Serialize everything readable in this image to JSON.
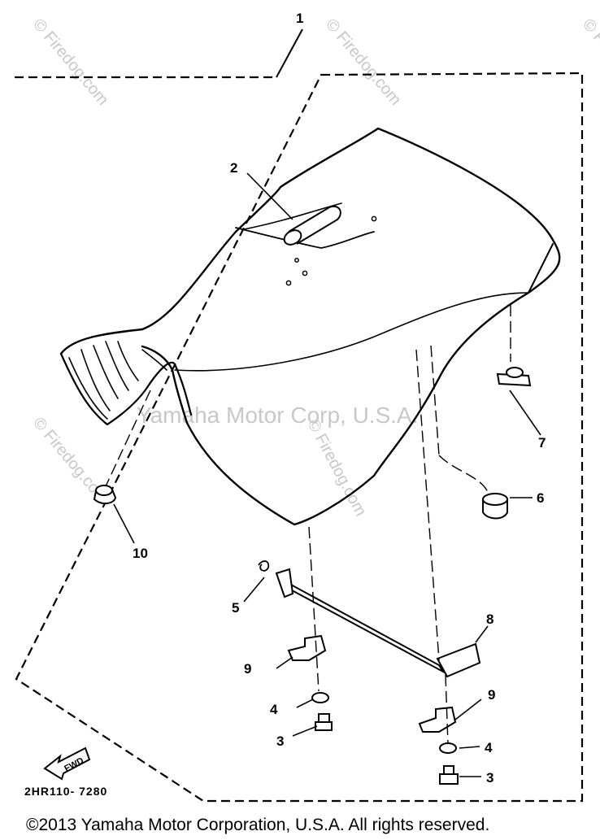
{
  "callouts": {
    "c1": "1",
    "c2": "2",
    "c3a": "3",
    "c3b": "3",
    "c4a": "4",
    "c4b": "4",
    "c5": "5",
    "c6": "6",
    "c7": "7",
    "c8": "8",
    "c9a": "9",
    "c9b": "9",
    "c10": "10"
  },
  "diagram_code": "2HR110- 7280",
  "fwd_label": "FWD",
  "watermarks": {
    "center": "Yamaha Motor Corp, U.S.A.",
    "firedog": "© Firedog.com"
  },
  "footer": {
    "copyright": "©2013 Yamaha Motor Corporation, U.S.A. All rights reserved."
  },
  "colors": {
    "line": "#000000",
    "watermark": "#c8c8c8",
    "background": "#ffffff"
  }
}
